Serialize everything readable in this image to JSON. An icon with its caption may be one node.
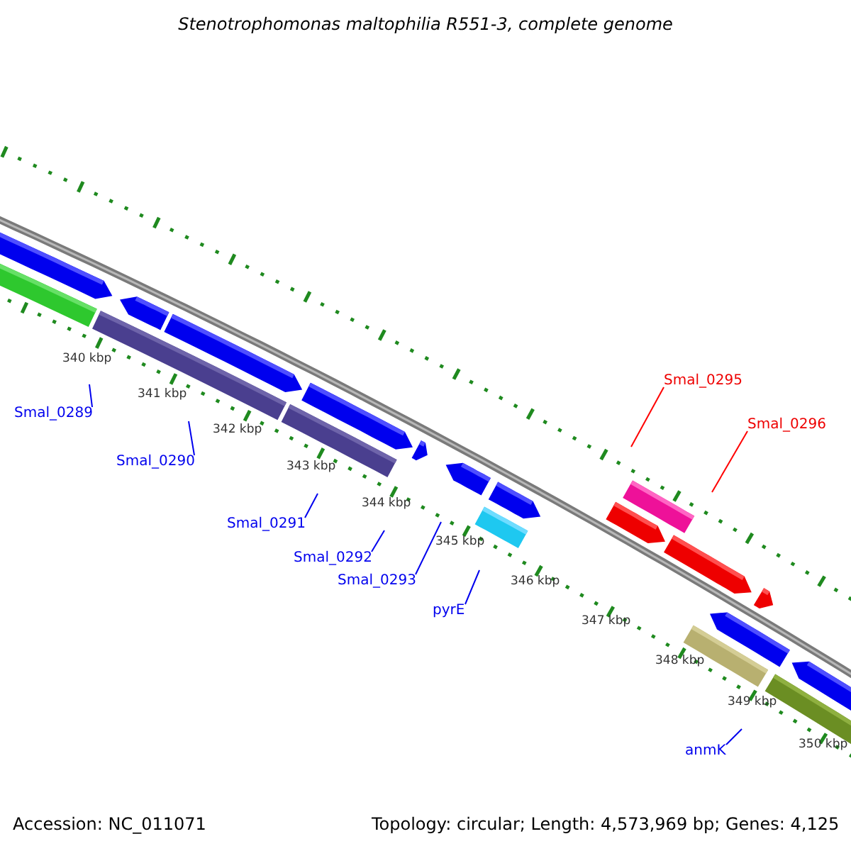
{
  "diagram": {
    "title": "Stenotrophomonas maltophilia R551-3, complete genome",
    "nodes": [
      {
        "text": [
          "Smal_0289"
        ]
      },
      {
        "text": [
          "Smal_0290"
        ]
      },
      {
        "text": [
          "Smal_0291"
        ]
      },
      {
        "text": [
          "Smal_0292"
        ]
      },
      {
        "text": [
          "Smal_0293"
        ]
      },
      {
        "text": [
          "pyrE"
        ]
      },
      {
        "text": [
          "Smal_0295"
        ]
      },
      {
        "text": [
          "Smal_0296"
        ]
      },
      {
        "text": [
          "anmK"
        ]
      }
    ],
    "edges": [
      {
        "from": 0,
        "to": null,
        "arrow": "none"
      },
      {
        "from": 1,
        "to": null,
        "arrow": "none"
      },
      {
        "from": 2,
        "to": null,
        "arrow": "none"
      },
      {
        "from": 3,
        "to": null,
        "arrow": "none"
      },
      {
        "from": 4,
        "to": null,
        "arrow": "none"
      },
      {
        "from": 5,
        "to": null,
        "arrow": "none"
      },
      {
        "from": 6,
        "to": null,
        "arrow": "none",
        "color": "#ff0000"
      },
      {
        "from": 7,
        "to": null,
        "arrow": "none",
        "color": "#ff0000"
      },
      {
        "from": 8,
        "to": null,
        "arrow": "none"
      }
    ],
    "labels": [
      "340 kbp",
      "341 kbp",
      "342 kbp",
      "343 kbp",
      "344 kbp",
      "345 kbp",
      "346 kbp",
      "347 kbp",
      "348 kbp",
      "349 kbp",
      "350 kbp",
      "Accession: NC_011071",
      "Topology: circular; Length: 4,573,969 bp; Genes: 4,125"
    ]
  }
}
